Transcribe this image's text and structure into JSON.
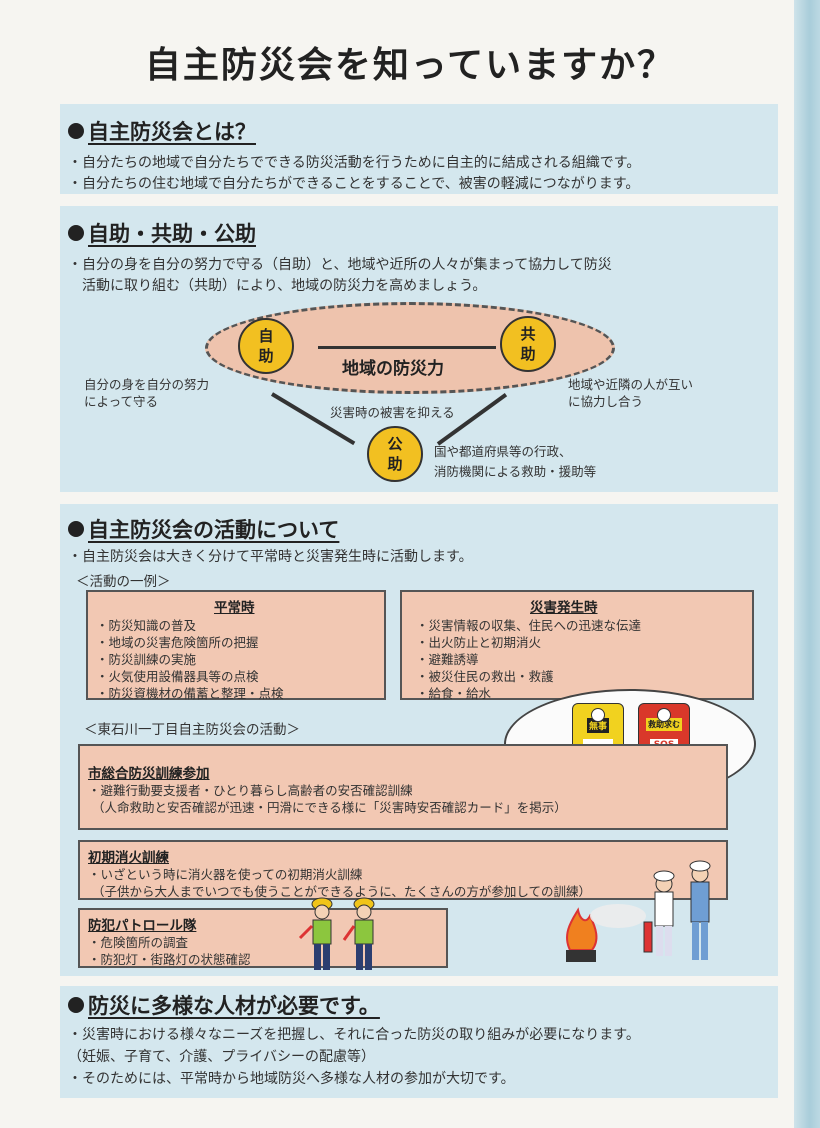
{
  "title": "自主防災会を知っていますか？",
  "section1": {
    "heading": "自主防災会とは？",
    "lines": [
      "・自分たちの地域で自分たちでできる防災活動を行うために自主的に結成される組織です。",
      "・自分たちの住む地域で自分たちができることをすることで、被害の軽減につながります。"
    ]
  },
  "section2": {
    "heading": "自助・共助・公助",
    "lines": [
      "・自分の身を自分の努力で守る（自助）と、地域や近所の人々が集まって協力して防災",
      "活動に取り組む（共助）により、地域の防災力を高めましょう。"
    ],
    "diagram": {
      "center_label": "地域の防災力",
      "jijo": [
        "自",
        "助"
      ],
      "kyojo": [
        "共",
        "助"
      ],
      "kojo": [
        "公",
        "助"
      ],
      "left_note": [
        "自分の身を自分の努力",
        "によって守る"
      ],
      "right_note": [
        "地域や近隣の人が互い",
        "に協力し合う"
      ],
      "bottom_note": "災害時の被害を抑える",
      "kojo_note": [
        "国や都道府県等の行政、",
        "消防機関による救助・援助等"
      ]
    }
  },
  "section3": {
    "heading": "自主防災会の活動について",
    "intro": "・自主防災会は大きく分けて平常時と災害発生時に活動します。",
    "example_label": "＜活動の一例＞",
    "normal": {
      "title": "平常時",
      "items": [
        "・防災知識の普及",
        "・地域の災害危険箇所の把握",
        "・防災訓練の実施",
        "・火気使用設備器具等の点検",
        "・防災資機材の備蓄と整理・点検"
      ]
    },
    "disaster": {
      "title": "災害発生時",
      "items": [
        "・災害情報の収集、住民への迅速な伝達",
        "・出火防止と初期消火",
        "・避難誘導",
        "・被災住民の救出・救護",
        "・給食・給水"
      ]
    },
    "local_label": "＜東石川一丁目自主防災会の活動＞",
    "cards": {
      "yellow": "無事",
      "red": "救助求む",
      "sos": "SOS"
    },
    "drill": {
      "title": "市総合防災訓練参加",
      "items": [
        "・避難行動要支援者・ひとり暮らし高齢者の安否確認訓練",
        "（人命救助と安否確認が迅速・円滑にできる様に「災害時安否確認カード」を掲示）"
      ]
    },
    "fire": {
      "title": "初期消火訓練",
      "items": [
        "・いざという時に消火器を使っての初期消火訓練",
        "（子供から大人までいつでも使うことができるように、たくさんの方が参加しての訓練）"
      ]
    },
    "patrol": {
      "title": "防犯パトロール隊",
      "items": [
        "・危険箇所の調査",
        "・防犯灯・街路灯の状態確認"
      ]
    }
  },
  "section4": {
    "heading": "防災に多様な人材が必要です。",
    "lines": [
      "・災害時における様々なニーズを把握し、それに合った防災の取り組みが必要になります。",
      "（妊娠、子育て、介護、プライバシーの配慮等）",
      "・そのためには、平常時から地域防災へ多様な人材の参加が大切です。"
    ]
  },
  "colors": {
    "panel": "#d4e7ee",
    "box": "#f2c8b3",
    "circle": "#f2c021"
  }
}
